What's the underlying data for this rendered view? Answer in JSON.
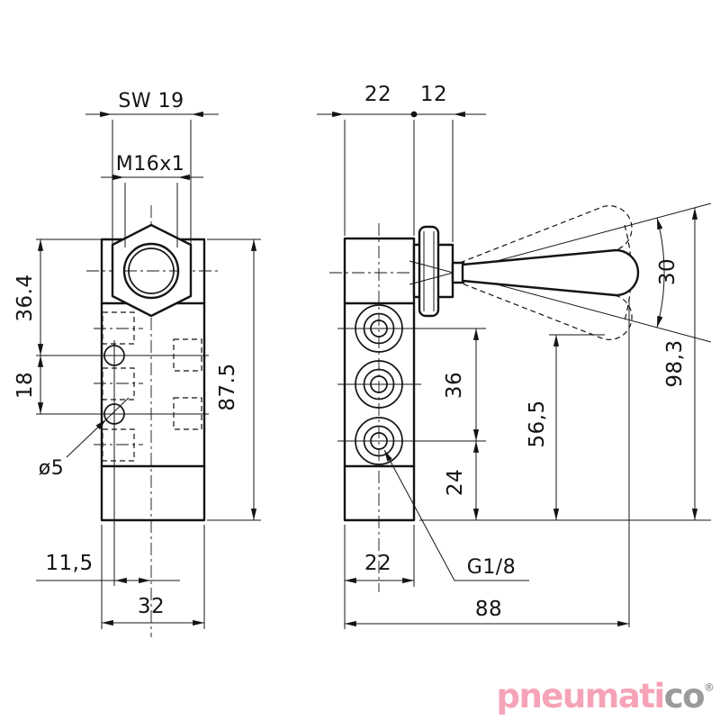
{
  "drawing": {
    "type": "technical-drawing",
    "views": [
      "front-view",
      "side-view"
    ],
    "left_view": {
      "dim_wrench": "SW 19",
      "dim_thread": "M16x1",
      "dim_height_top": "36.4",
      "dim_hole_spacing": "18",
      "dim_total_height": "87.5",
      "dim_hole_dia": "ø5",
      "dim_hole_offset": "11,5",
      "dim_width": "32"
    },
    "right_view": {
      "dim_depth": "22",
      "dim_boss": "12",
      "dim_lever_angle": "30",
      "dim_overall_height": "98,3",
      "dim_port_span": "36",
      "dim_lever_base": "56,5",
      "dim_port_bottom": "24",
      "dim_depth_bottom": "22",
      "dim_port_thread": "G1/8",
      "dim_overall_length": "88"
    },
    "colors": {
      "line": "#141414",
      "background": "#ffffff",
      "logo_pink": "#f6a3b7",
      "logo_gray": "#9b9b9b"
    }
  },
  "logo": {
    "text_pink": "pneumati",
    "text_gray_c": "c",
    "text_gray_o": "o",
    "registered": "®"
  }
}
